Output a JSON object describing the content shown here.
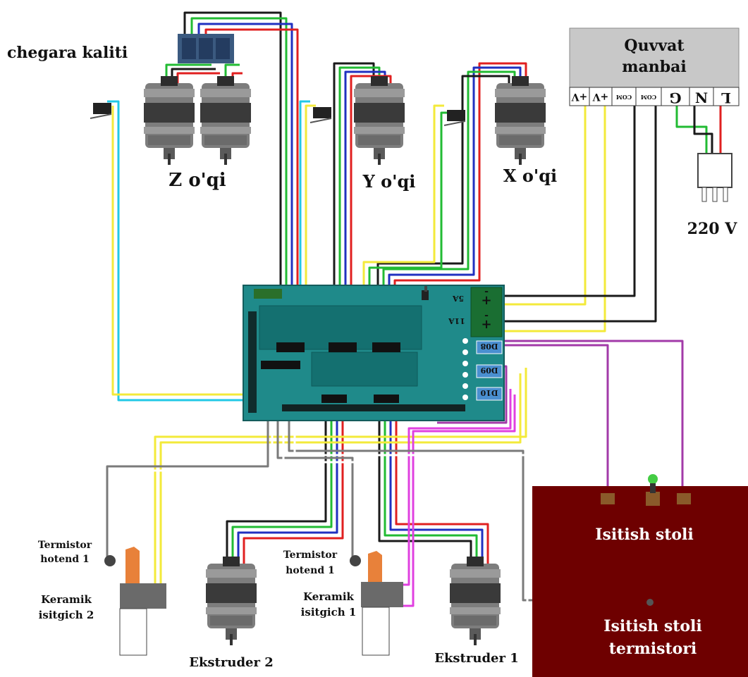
{
  "labels": {
    "limit_switch": "chegara kaliti",
    "z_axis": "Z o'qi",
    "y_axis": "Y o'qi",
    "x_axis": "X o'qi",
    "power_supply": [
      "Quvvat",
      "manbai"
    ],
    "mains_voltage": "220 V",
    "heated_bed": "Isitish stoli",
    "bed_thermistor": [
      "Isitish stoli",
      "termistori"
    ],
    "thermistor_left": [
      "Termistor",
      "hotend 1"
    ],
    "thermistor_right": [
      "Termistor",
      "hotend 1"
    ],
    "heater_left": [
      "Keramik",
      "isitgich 2"
    ],
    "heater_right": [
      "Keramik",
      "isitgich 1"
    ],
    "extruder_left": "Ekstruder 2",
    "extruder_right": "Ekstruder 1"
  },
  "psu_terminals": [
    "+V",
    "+V",
    "COM",
    "COM",
    "G",
    "N",
    "L"
  ],
  "board_labels": {
    "d8": "D08",
    "d9": "D09",
    "d10": "D10",
    "a5": "5A",
    "a11": "11A",
    "plus": "+",
    "minus": "-"
  },
  "colors": {
    "board": "#1f8a8a",
    "bed": "#6e0000",
    "psu": "#c8c8c8",
    "wire_yellow": "#f3ea3a",
    "wire_cyan": "#22c8e6",
    "wire_purple": "#a23aa8",
    "wire_magenta": "#e040e0"
  }
}
